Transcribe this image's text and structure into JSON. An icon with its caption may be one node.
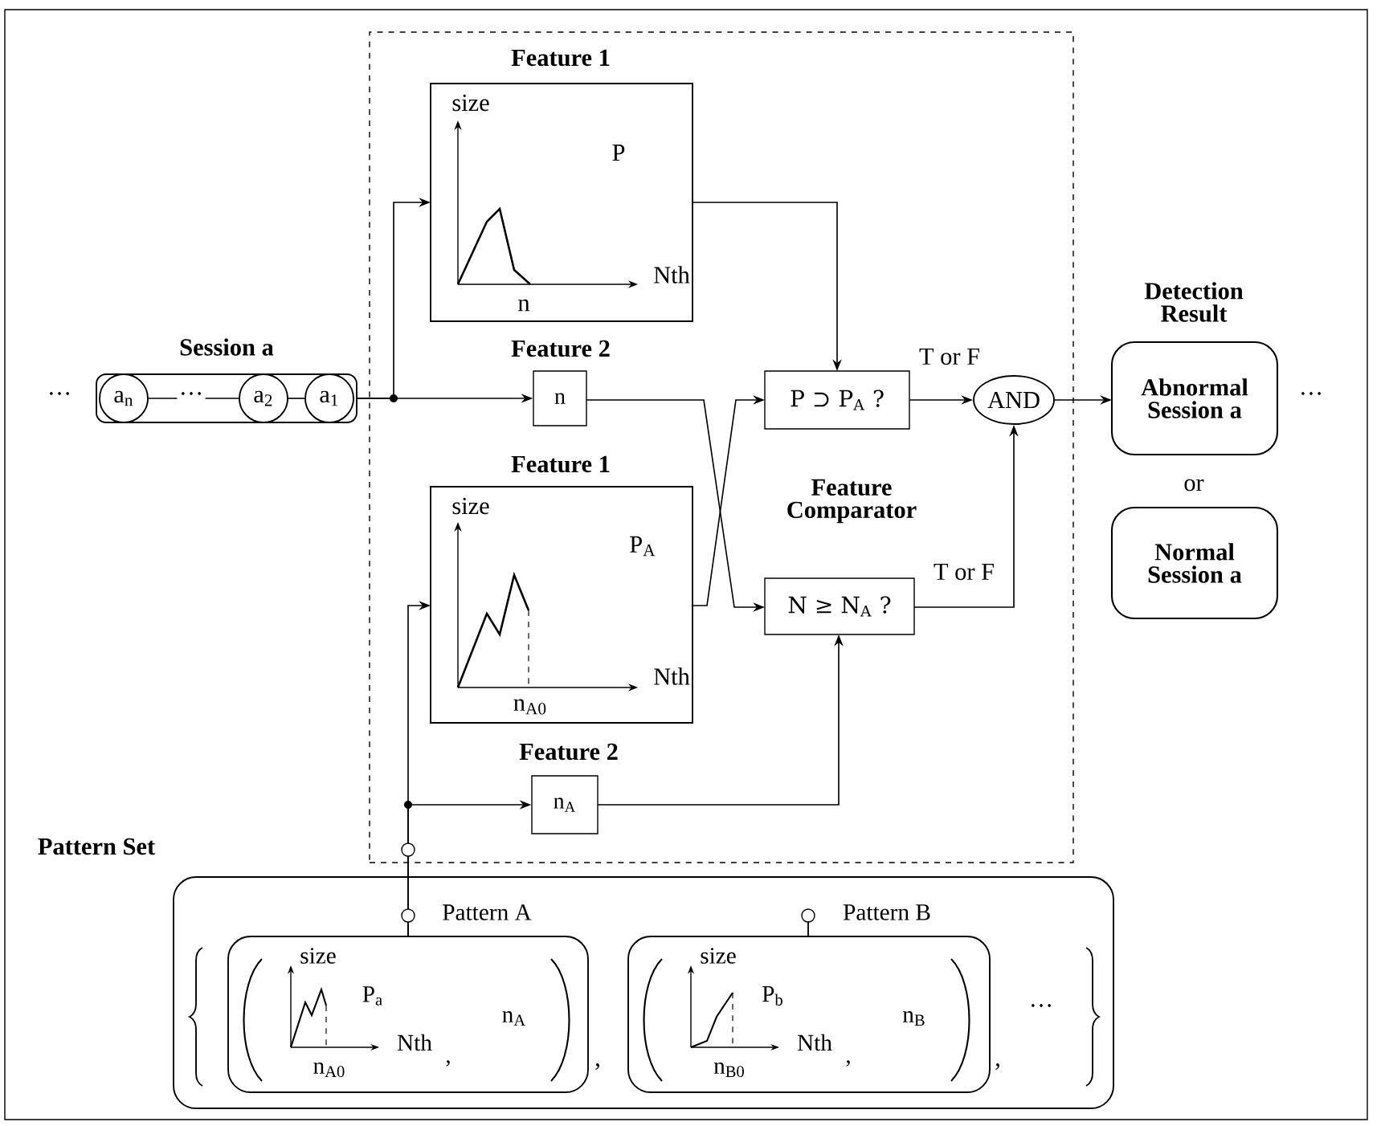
{
  "diagram": {
    "nodes": [
      {
        "text": [
          "Session a"
        ]
      },
      {
        "text": [
          "a$_{n}$"
        ],
        "in": 0
      },
      {
        "text": [
          "a$_{2}$"
        ],
        "in": 0
      },
      {
        "text": [
          "a$_{1}$"
        ],
        "in": 0
      },
      {
        "text": [
          "Feature Comparator"
        ]
      },
      {
        "text": [
          "Feature 1",
          "size",
          "P",
          "Nth",
          "n"
        ],
        "in": 4
      },
      {
        "text": [
          "Feature 2",
          "n"
        ],
        "in": 4
      },
      {
        "text": [
          "Feature 1",
          "size",
          "P$_{A}$",
          "Nth",
          "n$_{A0}$"
        ],
        "in": 4
      },
      {
        "text": [
          "Feature 2",
          "n$_{A}$"
        ],
        "in": 4
      },
      {
        "text": [
          "P ⊃ P$_{A}$ ?"
        ],
        "in": 4
      },
      {
        "text": [
          "N ≥ N$_{A}$ ?"
        ],
        "in": 4
      },
      {
        "text": [
          "AND"
        ],
        "in": 4
      },
      {
        "text": [
          "Abnormal Session a"
        ]
      },
      {
        "text": [
          "Normal Session a"
        ]
      },
      {
        "text": [
          "Pattern Set"
        ]
      },
      {
        "text": [
          "Pattern A",
          "size",
          "P$_{a}$",
          "n$_{A}$",
          "Nth",
          ",",
          "n$_{A0}$"
        ],
        "in": 14
      },
      {
        "text": [
          "Pattern B",
          "size",
          "P$_{b}$",
          "n$_{B}$",
          "Nth",
          ",",
          "n$_{B0}$"
        ],
        "in": 14
      }
    ],
    "edges": [
      {
        "from": 1,
        "to": 2,
        "arrow": "none",
        "label": "···"
      },
      {
        "from": 2,
        "to": 3,
        "arrow": "none"
      },
      {
        "from": 0,
        "to": 5,
        "arrow": "to"
      },
      {
        "from": 0,
        "to": 6,
        "arrow": "to"
      },
      {
        "from": 5,
        "to": 9,
        "arrow": "to"
      },
      {
        "from": 6,
        "to": 10,
        "arrow": "to"
      },
      {
        "from": 7,
        "to": 9,
        "arrow": "to"
      },
      {
        "from": 8,
        "to": 10,
        "arrow": "to"
      },
      {
        "from": 9,
        "to": 11,
        "arrow": "to",
        "label": "T or F"
      },
      {
        "from": 10,
        "to": 11,
        "arrow": "to",
        "label": "T or F"
      },
      {
        "from": 11,
        "to": 12,
        "arrow": "to"
      },
      {
        "from": 15,
        "to": 7,
        "arrow": "to"
      },
      {
        "from": 15,
        "to": 8,
        "arrow": "to"
      }
    ],
    "labels": [
      "···",
      "Detection Result",
      "···",
      "or",
      ",",
      ",",
      "···"
    ]
  }
}
